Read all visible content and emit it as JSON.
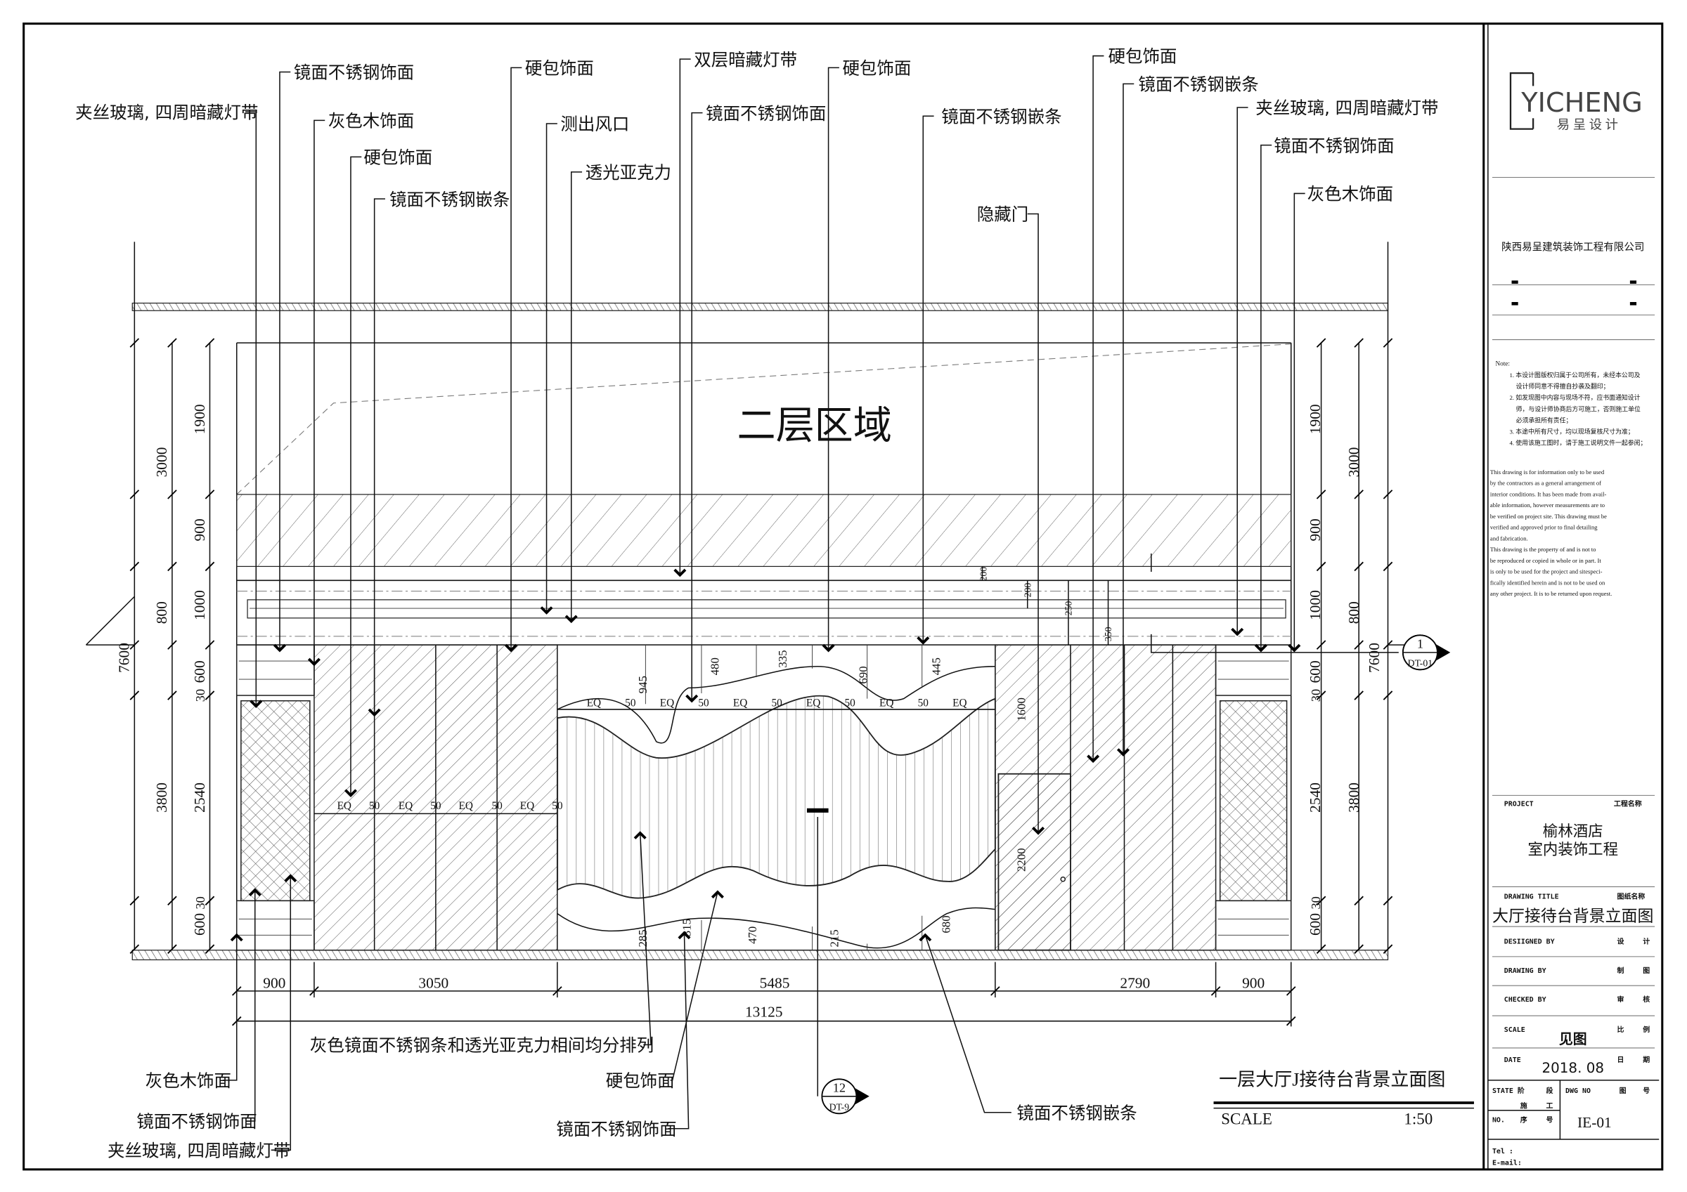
{
  "drawing": {
    "zone_label": "二层区域",
    "title": "一层大厅J接待台背景立面图",
    "scale_label": "SCALE",
    "scale_value": "1:50",
    "section_1": {
      "num": "1",
      "ref": "DT-01"
    },
    "section_2": {
      "num": "12",
      "ref": "DT-9"
    }
  },
  "labels": {
    "top": [
      "夹丝玻璃, 四周暗藏灯带",
      "镜面不锈钢饰面",
      "灰色木饰面",
      "硬包饰面",
      "镜面不锈钢嵌条",
      "硬包饰面",
      "测出风口",
      "透光亚克力",
      "双层暗藏灯带",
      "镜面不锈钢饰面",
      "硬包饰面",
      "镜面不锈钢嵌条",
      "隐藏门",
      "硬包饰面",
      "镜面不锈钢嵌条",
      "夹丝玻璃, 四周暗藏灯带",
      "镜面不锈钢饰面",
      "灰色木饰面"
    ],
    "bottom": [
      "灰色镜面不锈钢条和透光亚克力相间均分排列",
      "硬包饰面",
      "灰色木饰面",
      "镜面不锈钢饰面",
      "夹丝玻璃, 四周暗藏灯带",
      "镜面不锈钢饰面",
      "镜面不锈钢嵌条"
    ]
  },
  "dims": {
    "left": [
      "7600",
      "3000",
      "3800",
      "1900",
      "900",
      "1000",
      "800",
      "600",
      "30",
      "2540",
      "30",
      "600"
    ],
    "right": [
      "7600",
      "3000",
      "3800",
      "1900",
      "900",
      "1000",
      "800",
      "600",
      "30",
      "2540",
      "30",
      "600"
    ],
    "bottom": [
      "900",
      "3050",
      "5485",
      "2790",
      "900",
      "13125"
    ],
    "inner": [
      "945",
      "480",
      "335",
      "690",
      "445",
      "200",
      "200",
      "250",
      "350",
      "1600",
      "2200",
      "285",
      "315",
      "470",
      "215",
      "680"
    ],
    "eq": "EQ",
    "gap": "50"
  },
  "title_block": {
    "logo_text": "YICHENG",
    "logo_sub": "易呈设计",
    "company": "陕西易呈建筑装饰工程有限公司",
    "note_label": "Note:",
    "notes_cn": [
      "1. 本设计图版权归属于公司所有，未经本公司及",
      "设计师同意不得擅自抄袭及翻印；",
      "2. 如发现图中内容与现场不符，应书面通知设计",
      "师，与设计师协商后方可施工，否则施工单位",
      "必须承担所有责任；",
      "3. 本途中所有尺寸，均以现场复核尺寸为准；",
      "4. 使用该施工图时，请于施工说明文件一起参阅；"
    ],
    "notes_en": [
      "This drawing is for information only to be used",
      "by the contractors as a general arrangement of",
      "interior conditions. It has been made from avail-",
      "able  information, however measurements are to",
      "be verified on project site. This drawing must be",
      "verified and approved prior to final detailing",
      "and fabrication.",
      "  This drawing is the property of and is not to",
      "be reproduced or copied in whole or in part. It",
      "is only to be used for the project  and sitespeci-",
      "fically  identified herein and is not to be used on",
      "any other project. It is to be returned upon request."
    ],
    "project_label": "PROJECT",
    "project_label_cn": "工程名称",
    "project_line1": "榆林酒店",
    "project_line2": "室内装饰工程",
    "drawing_title_label": "DRAWING TITLE",
    "drawing_title_label_cn": "图纸名称",
    "drawing_title": "大厅接待台背景立面图",
    "designed_label": "DESIIGNED  BY",
    "designed_cn1": "设",
    "designed_cn2": "计",
    "drawing_by_label": "DRAWING  BY",
    "drawing_by_cn1": "制",
    "drawing_by_cn2": "图",
    "checked_label": "CHECKED  BY",
    "checked_cn1": "审",
    "checked_cn2": "核",
    "scale_label": "SCALE",
    "scale_cn1": "比",
    "scale_cn2": "例",
    "scale_value": "见图",
    "date_label": "DATE",
    "date_cn1": "日",
    "date_cn2": "期",
    "date_value": "2018. 08",
    "state_label": "STATE 阶",
    "state_cn2": "段",
    "state_v1": "施",
    "state_v2": "工",
    "no_label": "NO.",
    "no_cn1": "序",
    "no_cn2": "号",
    "dwg_label": "DWG NO",
    "dwg_cn1": "图",
    "dwg_cn2": "号",
    "dwg_value": "IE-01",
    "tel_label": "Tel :",
    "email_label": "E-mail:"
  }
}
